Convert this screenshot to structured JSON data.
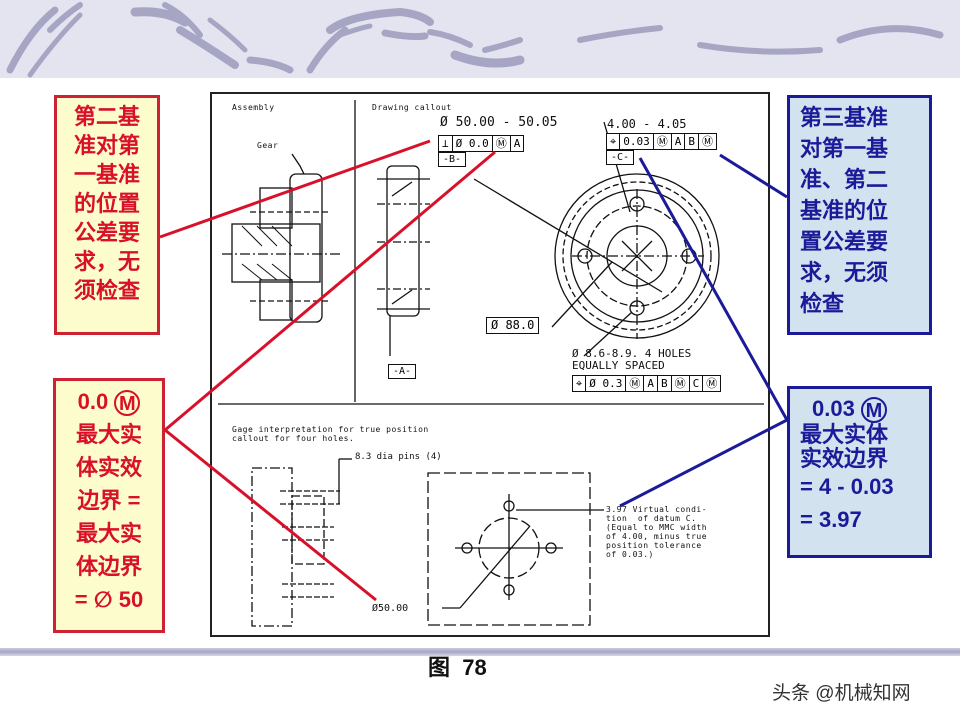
{
  "slide": {
    "caption_prefix": "图",
    "caption_number": "78",
    "watermark": "头条 @机械知网"
  },
  "notes": {
    "datum_b_note": {
      "lines": [
        "第二基",
        "准对第",
        "一基准",
        "的位置",
        "公差要",
        "求，无",
        "须检查"
      ],
      "color": "#d8102a"
    },
    "mmc_b_note": {
      "value": "0.0",
      "modifier": "M",
      "lines": [
        "最大实",
        "体实效",
        "边界 =",
        "最大实",
        "体边界",
        "= ∅ 50"
      ],
      "color": "#d8102a"
    },
    "datum_c_note": {
      "lines": [
        "第三基准",
        "对第一基",
        "准、第二",
        "基准的位",
        "置公差要",
        "求，无须",
        "检查"
      ],
      "color": "#1b1b99"
    },
    "mmc_c_note": {
      "value": "0.03",
      "modifier": "M",
      "lines": [
        "最大实体",
        "实效边界",
        "= 4 - 0.03",
        "= 3.97"
      ],
      "color": "#1b1b99"
    }
  },
  "drawing": {
    "assembly_label": "Assembly",
    "gear_label": "Gear",
    "callout_label": "Drawing callout",
    "dim_bore": "Ø 50.00 - 50.05",
    "fcf_b": [
      "⊥",
      "Ø 0.0",
      "Ⓜ",
      "A"
    ],
    "datum_b": "-B-",
    "dim_keyway": "4.00 - 4.05",
    "fcf_c": [
      "⌖",
      "0.03",
      "Ⓜ",
      "A",
      "B",
      "Ⓜ"
    ],
    "datum_c": "-C-",
    "dim_od": "Ø 88.0",
    "holes_line1": "Ø 8.6-8.9. 4 HOLES",
    "holes_line2": "EQUALLY SPACED",
    "fcf_holes": [
      "⌖",
      "Ø 0.3",
      "Ⓜ",
      "A",
      "B",
      "Ⓜ",
      "C",
      "Ⓜ"
    ],
    "datum_a": "-A-",
    "gage_line1": "Gage interpretation for true position",
    "gage_line2": "callout for four holes.",
    "pins_label": "8.3 dia pins (4)",
    "gage_dia": "Ø50.00",
    "virtual_note": [
      "3.97 Virtual condi-",
      "tion  of datum C.",
      "(Equal to MMC width",
      "of 4.00, minus true",
      "position tolerance",
      "of 0.03.)"
    ]
  }
}
